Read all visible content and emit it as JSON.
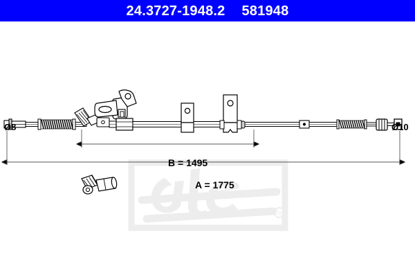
{
  "header": {
    "part_number": "24.3727-1948.2",
    "reference_number": "581948",
    "background_color": "#0000ff",
    "text_color": "#ffffff"
  },
  "drawing": {
    "title": "brake-cable-technical-drawing",
    "line_color": "#000000",
    "background_color": "#ffffff",
    "labels": {
      "diameter_left": "Ø8",
      "diameter_right": "Ø10",
      "dimension_b": "B = 1495",
      "dimension_a": "A = 1775"
    },
    "components": {
      "left_end_fitting": "cylindrical-end-fitting",
      "left_spring": "coil-spring-sleeve",
      "abs_bracket": "abs-sensor-bracket",
      "mounting_tab_1": "mounting-tab-with-hole",
      "mounting_tab_2": "mounting-tab-with-hole",
      "right_spring": "coil-spring-sleeve",
      "right_ferrule": "ribbed-ferrule",
      "right_end_fitting": "square-end-fitting",
      "detached_clip": "detached-clip-connector"
    }
  },
  "watermark": {
    "brand": "ate",
    "trademark": "®",
    "color": "#eeeeee"
  }
}
